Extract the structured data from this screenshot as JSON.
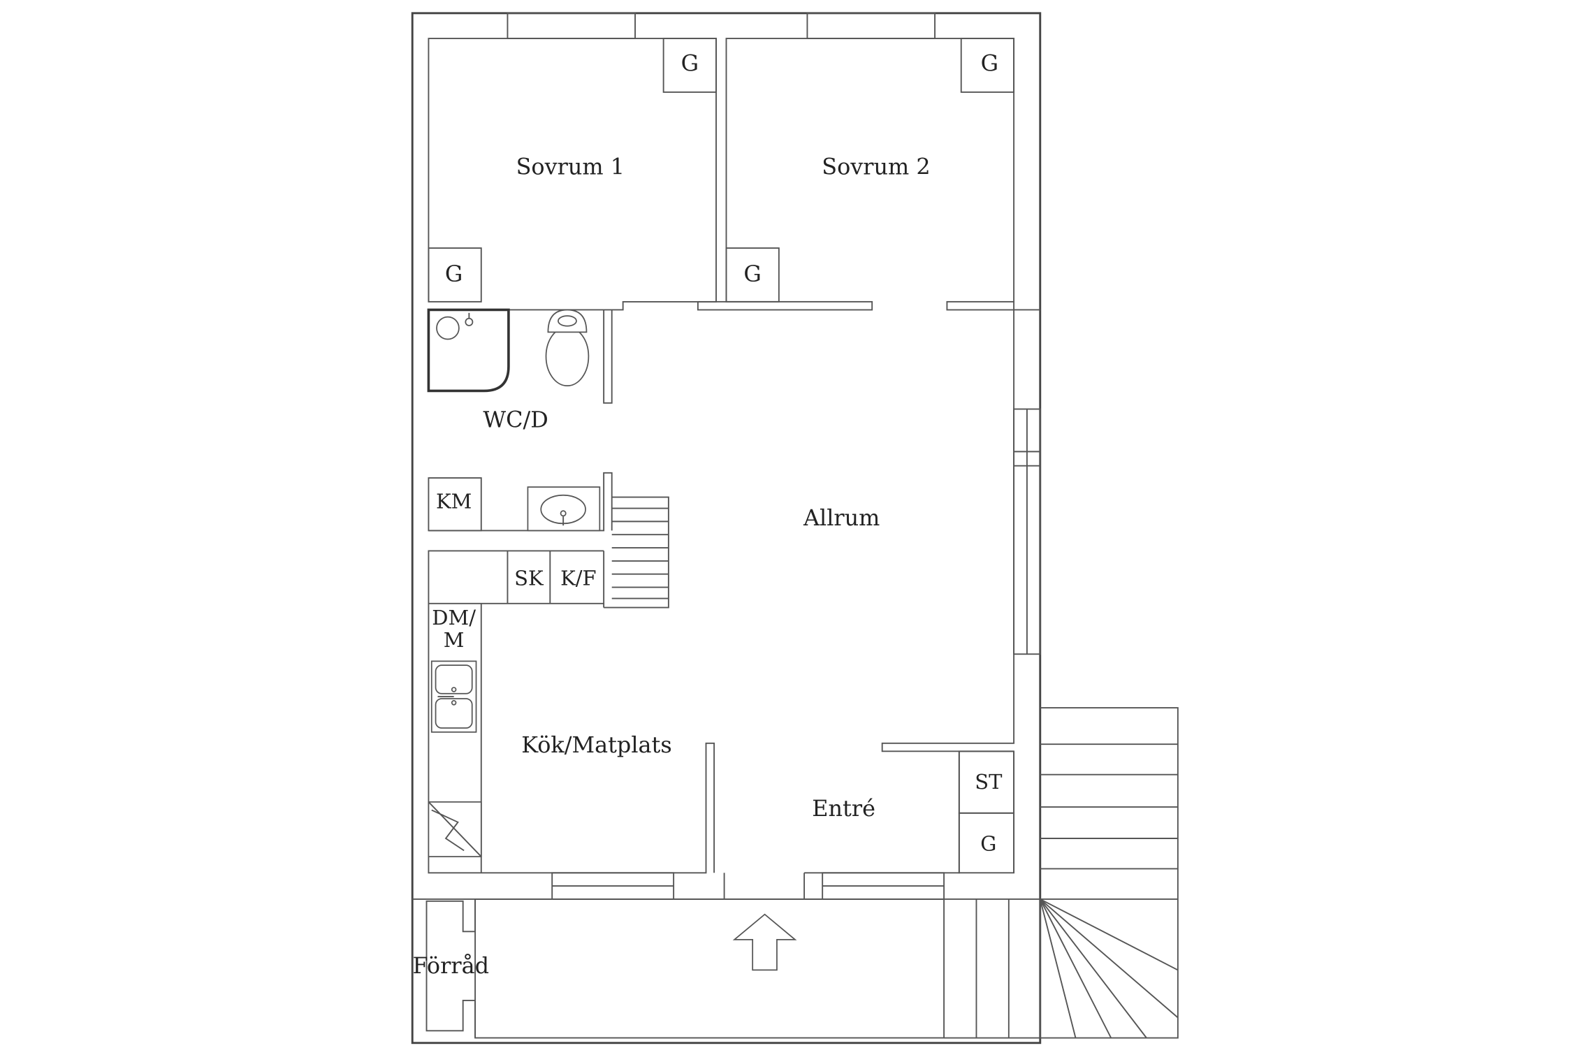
{
  "plan": {
    "rooms": {
      "sovrum1": "Sovrum 1",
      "sovrum2": "Sovrum 2",
      "wc": "WC/D",
      "allrum": "Allrum",
      "kok": "Kök/Matplats",
      "entre": "Entré",
      "forrad": "Förråd"
    },
    "fixtures": {
      "g": "G",
      "km": "KM",
      "sk": "SK",
      "kf": "K/F",
      "dm1": "DM/",
      "dm2": "M",
      "st": "ST"
    }
  }
}
